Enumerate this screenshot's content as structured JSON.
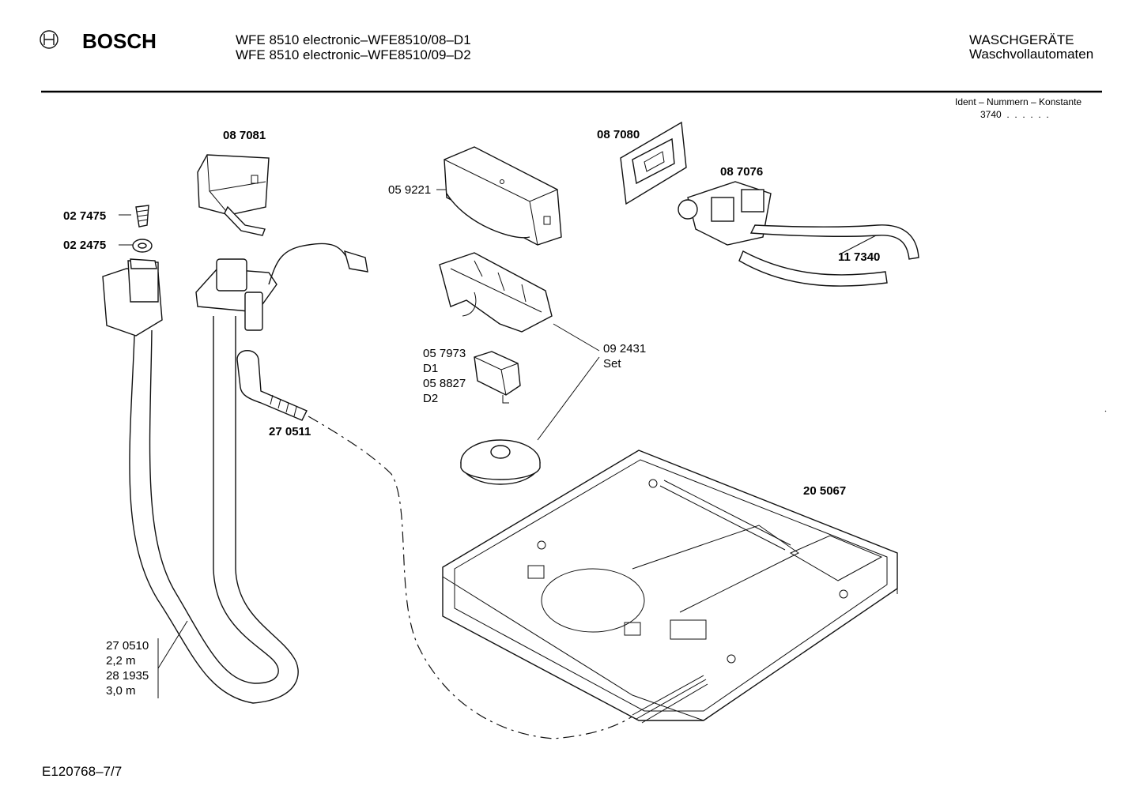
{
  "header": {
    "brand": "BOSCH",
    "model_line_1": "WFE 8510 electronic–WFE8510/08–D1",
    "model_line_2": "WFE 8510 electronic–WFE8510/09–D2",
    "category": "WASCHGERÄTE",
    "subcategory": "Waschvollautomaten",
    "ident_label": "Ident – Nummern – Konstante",
    "ident_value": "3740  .  .  .  .  .  ."
  },
  "parts": {
    "p_087081": "08 7081",
    "p_027475": "02 7475",
    "p_022475": "02 2475",
    "p_059221": "05 9221",
    "p_087080": "08 7080",
    "p_087076": "08 7076",
    "p_117340": "11 7340",
    "p_057973": "05 7973",
    "p_d1": "D1",
    "p_058827": "05 8827",
    "p_d2": "D2",
    "p_092431": "09 2431",
    "p_set": "Set",
    "p_270511": "27 0511",
    "p_205067": "20 5067",
    "p_270510": "27 0510",
    "p_22m": "2,2 m",
    "p_281935": "28 1935",
    "p_30m": "3,0 m"
  },
  "footer": {
    "doc_id": "E120768–7/7"
  }
}
